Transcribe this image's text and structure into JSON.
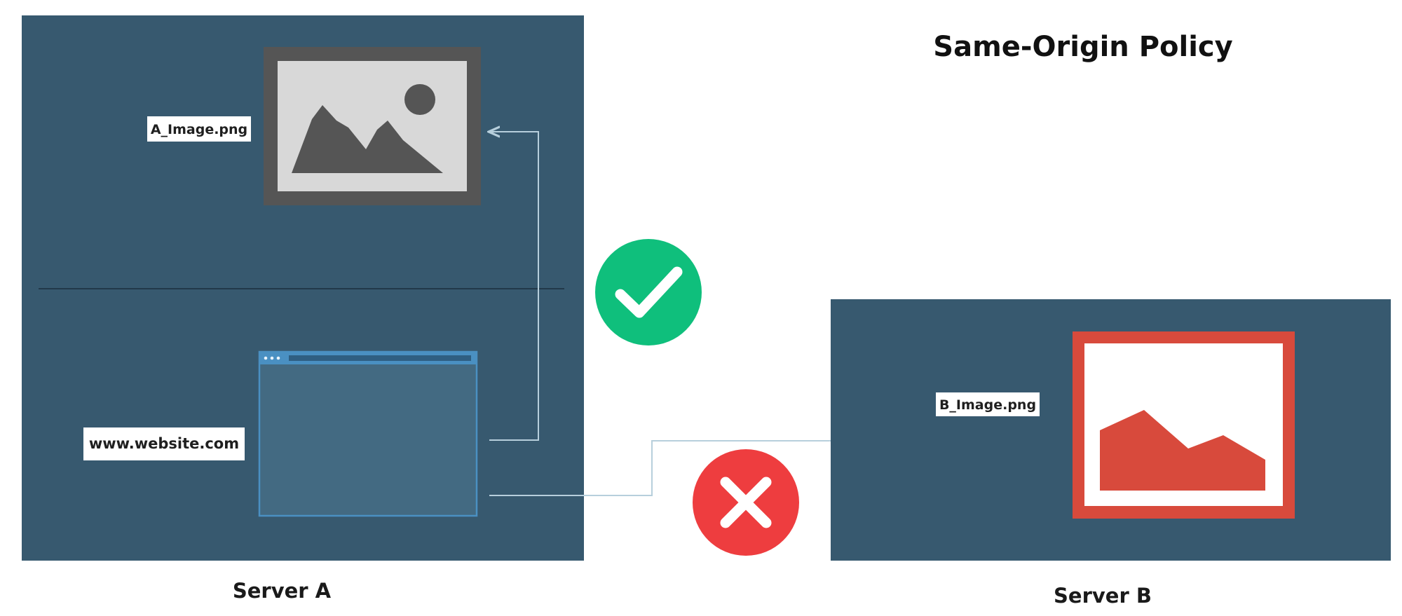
{
  "title": "Same-Origin Policy",
  "server_a": {
    "label": "Server A",
    "image_file": "A_Image.png",
    "website": "www.website.com"
  },
  "server_b": {
    "label": "Server B",
    "image_file": "B_Image.png"
  },
  "status": {
    "allowed_icon": "check-icon",
    "blocked_icon": "cross-icon"
  },
  "colors": {
    "panel": "#37596f",
    "allowed": "#0fbf7c",
    "blocked": "#ee3d3f",
    "image_gray": "#555555",
    "image_red": "#d84a3c",
    "browser": "#4a90c2",
    "connector": "#b7cfdc"
  }
}
